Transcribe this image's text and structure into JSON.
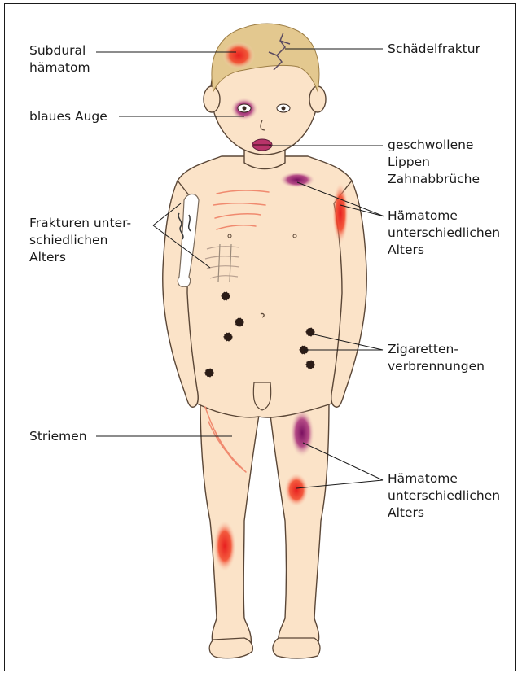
{
  "labels": {
    "subdural": [
      "Subdural",
      "hämatom"
    ],
    "skull_fracture": [
      "Schädelfraktur"
    ],
    "black_eye": [
      "blaues Auge"
    ],
    "swollen_lips": [
      "geschwollene",
      "Lippen",
      "Zahnabbrüche"
    ],
    "fractures": [
      "Frakturen unter-",
      "schiedlichen",
      "Alters"
    ],
    "hematomes_upper": [
      "Hämatome",
      "unterschiedlichen",
      "Alters"
    ],
    "cigarette_burns": [
      "Zigaretten-",
      "verbrennungen"
    ],
    "welts": [
      "Striemen"
    ],
    "hematomes_lower": [
      "Hämatome",
      "unterschiedlichen",
      "Alters"
    ]
  },
  "colors": {
    "skin": "#fbe3c8",
    "skin_outline": "#5a4636",
    "hair": "#e3c88f",
    "hematoma_red": "#ee2a24",
    "bruise_purple": "#8e1f66",
    "burn": "#2b1c16",
    "welt": "#f08a6f",
    "leader_line": "#1a1a1a"
  }
}
